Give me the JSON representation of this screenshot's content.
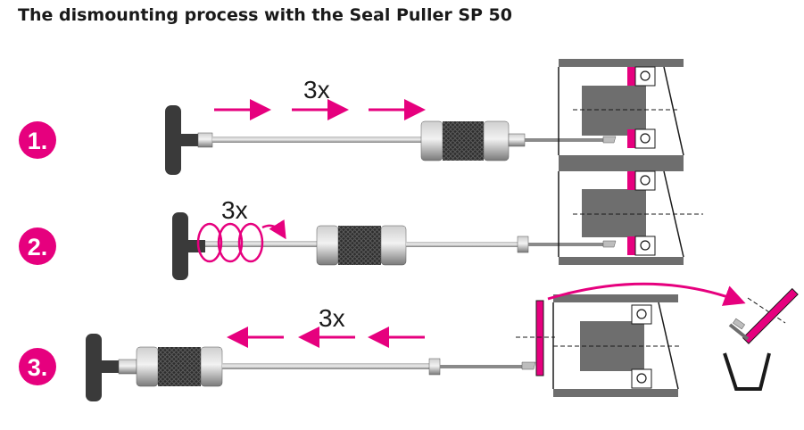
{
  "title": "The dismounting process with the Seal Puller SP 50",
  "colors": {
    "accent": "#e6007e",
    "handle": "#3a3a3a",
    "housing": "#6e6e6e",
    "shaft": "#8a8a8a",
    "outline": "#1a1a1a"
  },
  "steps": [
    {
      "number": "1.",
      "count": "3x",
      "motion": "push-right-arrows"
    },
    {
      "number": "2.",
      "count": "3x",
      "motion": "rotate-spiral"
    },
    {
      "number": "3.",
      "count": "3x",
      "motion": "pull-left-arrows"
    }
  ]
}
